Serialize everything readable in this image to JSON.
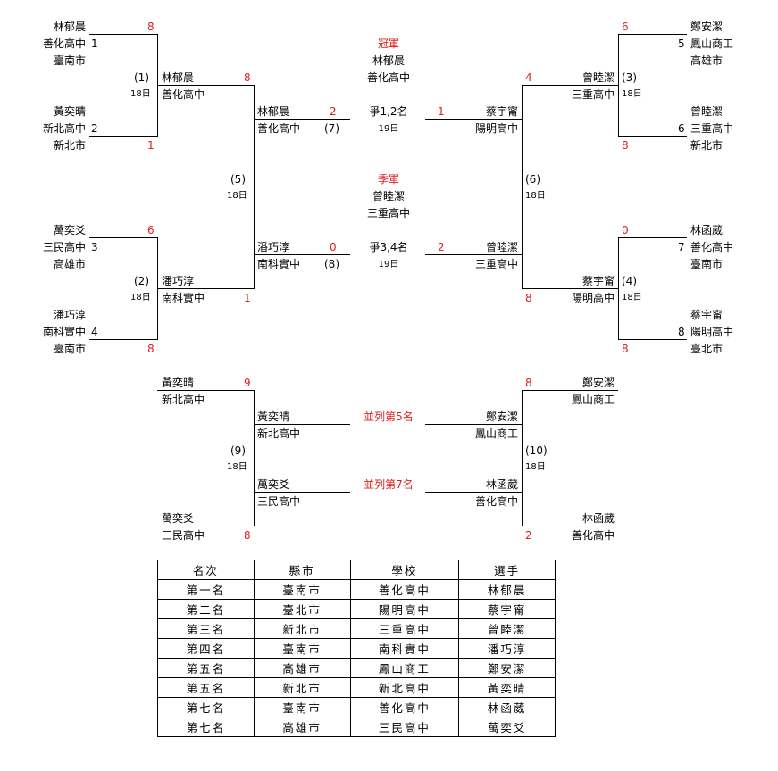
{
  "players": {
    "p1": {
      "name": "林郁晨",
      "school": "善化高中",
      "city": "臺南市",
      "seed": "1"
    },
    "p2": {
      "name": "黃奕晴",
      "school": "新北高中",
      "city": "新北市",
      "seed": "2"
    },
    "p3": {
      "name": "萬奕爻",
      "school": "三民高中",
      "city": "高雄市",
      "seed": "3"
    },
    "p4": {
      "name": "潘巧淳",
      "school": "南科實中",
      "city": "臺南市",
      "seed": "4"
    },
    "p5": {
      "name": "鄭安潔",
      "school": "鳳山商工",
      "city": "高雄市",
      "seed": "5"
    },
    "p6": {
      "name": "曾睦潔",
      "school": "三重高中",
      "city": "新北市",
      "seed": "6"
    },
    "p7": {
      "name": "林函葳",
      "school": "善化高中",
      "city": "臺南市",
      "seed": "7"
    },
    "p8": {
      "name": "蔡宇甯",
      "school": "陽明高中",
      "city": "臺北市",
      "seed": "8"
    }
  },
  "matches": {
    "m1": {
      "no": "(1)",
      "date": "18日",
      "score_a": "8",
      "score_b": "1"
    },
    "m2": {
      "no": "(2)",
      "date": "18日",
      "score_a": "6",
      "score_b": "8"
    },
    "m3": {
      "no": "(3)",
      "date": "18日",
      "score_a": "6",
      "score_b": "8"
    },
    "m4": {
      "no": "(4)",
      "date": "18日",
      "score_a": "0",
      "score_b": "8"
    },
    "m5": {
      "no": "(5)",
      "date": "18日",
      "score_a": "8",
      "score_b": "1"
    },
    "m6": {
      "no": "(6)",
      "date": "18日",
      "score_a": "4",
      "score_b": "8"
    },
    "m7": {
      "no": "(7)",
      "date": "19日",
      "label": "爭1,2名",
      "score_a": "2",
      "score_b": "1"
    },
    "m8": {
      "no": "(8)",
      "date": "19日",
      "label": "爭3,4名",
      "score_a": "0",
      "score_b": "2"
    },
    "m9": {
      "no": "(9)",
      "date": "18日",
      "score_a": "9",
      "score_b": "8"
    },
    "m10": {
      "no": "(10)",
      "date": "18日",
      "score_a": "8",
      "score_b": "2"
    }
  },
  "results": {
    "champion_title": "冠軍",
    "champion_name": "林郁晨",
    "champion_school": "善化高中",
    "third_title": "季軍",
    "third_name": "曾睦潔",
    "third_school": "三重高中",
    "fifth_label": "並列第5名",
    "seventh_label": "並列第7名"
  },
  "ranking_table": {
    "headers": [
      "名次",
      "縣市",
      "學校",
      "選手"
    ],
    "rows": [
      [
        "第一名",
        "臺南市",
        "善化高中",
        "林郁晨"
      ],
      [
        "第二名",
        "臺北市",
        "陽明高中",
        "蔡宇甯"
      ],
      [
        "第三名",
        "新北市",
        "三重高中",
        "曾睦潔"
      ],
      [
        "第四名",
        "臺南市",
        "南科實中",
        "潘巧淳"
      ],
      [
        "第五名",
        "高雄市",
        "鳳山商工",
        "鄭安潔"
      ],
      [
        "第五名",
        "新北市",
        "新北高中",
        "黃奕晴"
      ],
      [
        "第七名",
        "臺南市",
        "善化高中",
        "林函葳"
      ],
      [
        "第七名",
        "高雄市",
        "三民高中",
        "萬奕爻"
      ]
    ]
  },
  "colors": {
    "line": "#000000",
    "score": "#e02020"
  }
}
